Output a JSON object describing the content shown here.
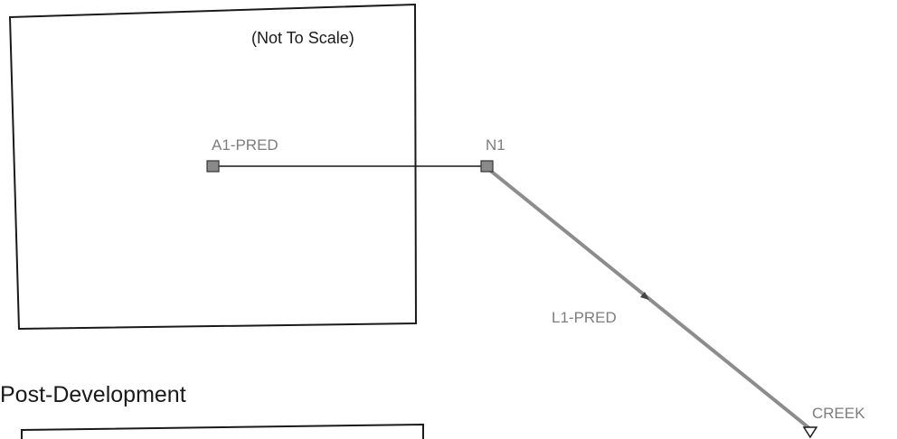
{
  "diagram": {
    "scale_note": "(Not To Scale)",
    "section_heading": "Post-Development",
    "nodes": {
      "area": "A1-PRED",
      "junction": "N1",
      "outfall": "CREEK"
    },
    "links": {
      "conduit": "L1-PRED"
    }
  },
  "colors": {
    "outline": "#1a1a1a",
    "label": "#7d7d7d",
    "node_fill": "#8a8a8a",
    "conduit": "#8c8c8c"
  },
  "icons": {
    "area_node": "square-node-icon",
    "junction_node": "square-node-icon",
    "outfall": "triangle-down-icon",
    "flow_direction": "arrowhead-icon"
  }
}
